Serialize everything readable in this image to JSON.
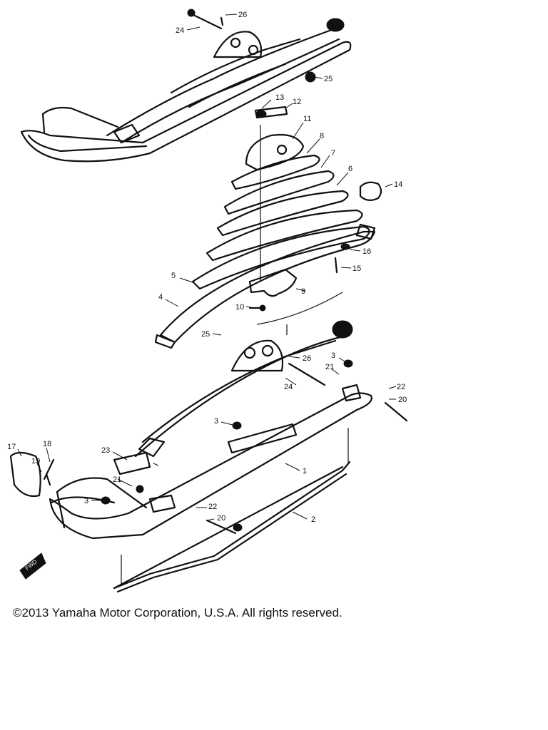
{
  "labels": {
    "l1": "1",
    "l2": "2",
    "l3a": "3",
    "l3b": "3",
    "l3c": "3",
    "l4": "4",
    "l5": "5",
    "l6": "6",
    "l7": "7",
    "l8": "8",
    "l9": "9",
    "l10": "10",
    "l11": "11",
    "l12": "12",
    "l13": "13",
    "l14": "14",
    "l15": "15",
    "l16": "16",
    "l17": "17",
    "l18": "18",
    "l19": "19",
    "l20a": "20",
    "l20b": "20",
    "l21a": "21",
    "l21b": "21",
    "l22a": "22",
    "l22b": "22",
    "l23": "23",
    "l24a": "24",
    "l24b": "24",
    "l25a": "25",
    "l25b": "25",
    "l26a": "26",
    "l26b": "26"
  },
  "front_badge": "FWD",
  "copyright": "©2013 Yamaha Motor Corporation, U.S.A. All rights reserved."
}
